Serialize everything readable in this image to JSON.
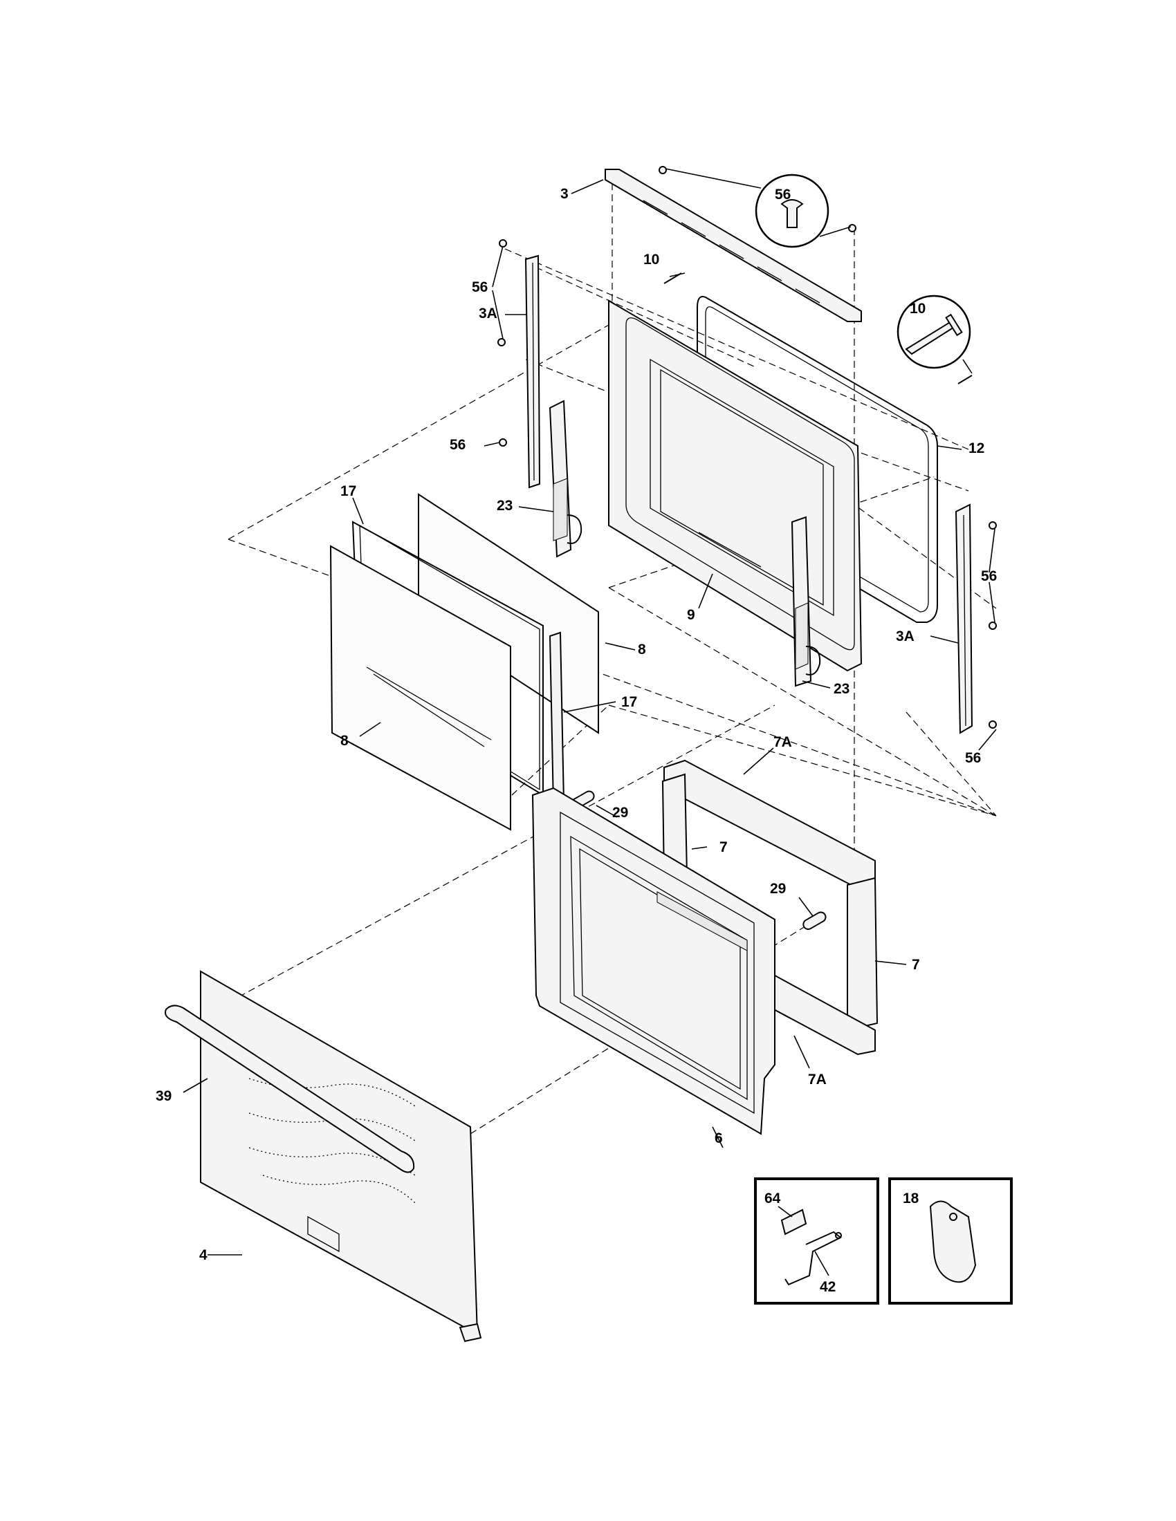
{
  "callouts": {
    "c3": "3",
    "c56_zoom": "56",
    "c10_small": "10",
    "c10_zoom": "10",
    "c56_left_top": "56",
    "c3a_left": "3A",
    "c56_left_mid": "56",
    "c12": "12",
    "c17_top": "17",
    "c23_left": "23",
    "c56_right": "56",
    "c9": "9",
    "c3a_right": "3A",
    "c8_right": "8",
    "c23_right": "23",
    "c17_bottom": "17",
    "c8_left": "8",
    "c56_right_bottom": "56",
    "c7a_top": "7A",
    "c29_top": "29",
    "c7_top": "7",
    "c29_right": "29",
    "c7_right": "7",
    "c39": "39",
    "c7a_bottom": "7A",
    "c6": "6",
    "c4": "4",
    "c64": "64",
    "c42": "42",
    "c18": "18"
  }
}
